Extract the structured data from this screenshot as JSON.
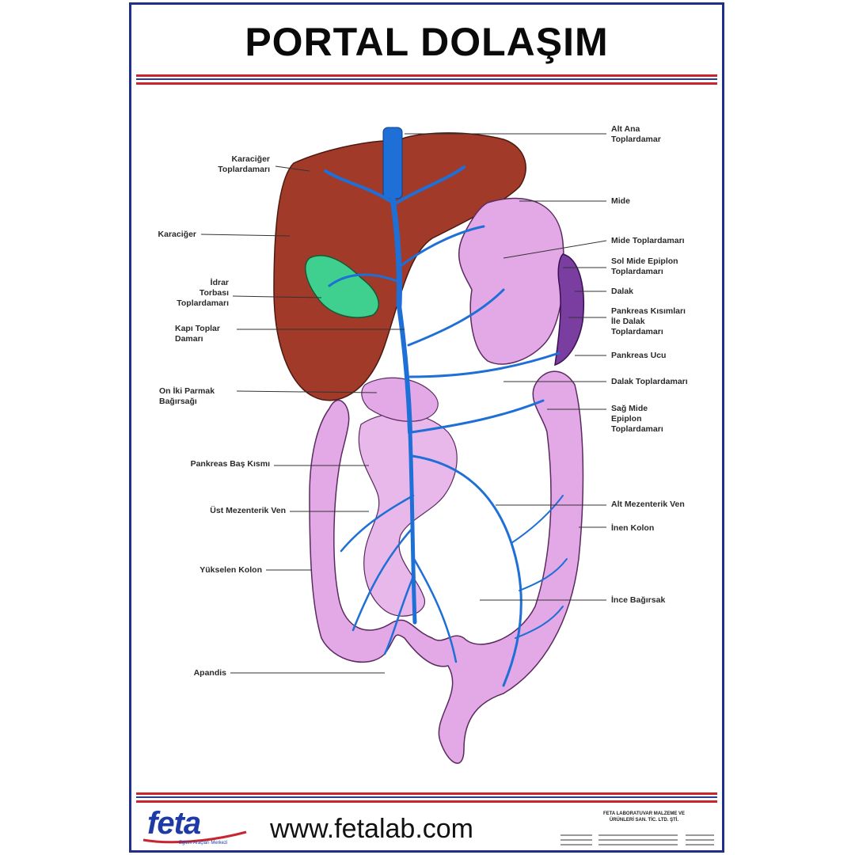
{
  "title": "PORTAL DOLAŞIM",
  "labels_left": [
    {
      "id": "karaciger-toplardamari",
      "text": "Karaciğer\nToplardamarı"
    },
    {
      "id": "karaciger",
      "text": "Karaciğer"
    },
    {
      "id": "idrar-torbasi",
      "text": "İdrar\nTorbası\nToplardamarı"
    },
    {
      "id": "kapi-toplar",
      "text": "Kapı Toplar\nDamarı"
    },
    {
      "id": "on-iki-parmak",
      "text": "On İki Parmak\nBağırsağı"
    },
    {
      "id": "pankreas-bas",
      "text": "Pankreas Baş Kısmı"
    },
    {
      "id": "ust-mezenterik",
      "text": "Üst Mezenterik Ven"
    },
    {
      "id": "yukselen-kolon",
      "text": "Yükselen Kolon"
    },
    {
      "id": "apandis",
      "text": "Apandis"
    }
  ],
  "labels_right": [
    {
      "id": "alt-ana",
      "text": "Alt Ana\nToplardamar"
    },
    {
      "id": "mide",
      "text": "Mide"
    },
    {
      "id": "mide-toplardamari",
      "text": "Mide Toplardamarı"
    },
    {
      "id": "sol-mide-epiplon",
      "text": "Sol Mide Epiplon\nToplardamarı"
    },
    {
      "id": "dalak",
      "text": "Dalak"
    },
    {
      "id": "pankreas-kisimlari",
      "text": "Pankreas Kısımları\nİle Dalak\nToplardamarı"
    },
    {
      "id": "pankreas-ucu",
      "text": "Pankreas Ucu"
    },
    {
      "id": "dalak-toplardamari",
      "text": "Dalak Toplardamarı"
    },
    {
      "id": "sag-mide-epiplon",
      "text": "Sağ Mide\nEpiplon\nToplardamarı"
    },
    {
      "id": "alt-mezenterik",
      "text": "Alt Mezenterik Ven"
    },
    {
      "id": "inen-kolon",
      "text": "İnen Kolon"
    },
    {
      "id": "ince-bagirsak",
      "text": "İnce Bağırsak"
    }
  ],
  "footer": {
    "logo": "feta",
    "logo_sub": "Eğitim Araçları Merkezi",
    "url": "www.fetalab.com",
    "company": "FETA LABORATUVAR MALZEME VE\nÜRÜNLERİ SAN. TİC. LTD. ŞTİ."
  },
  "colors": {
    "border": "#1f2f8a",
    "rule_red": "#c8252f",
    "rule_blue": "#2b3c96",
    "liver": "#a23a2a",
    "gallbladder": "#3fcf8f",
    "veins": "#1e6fd6",
    "intestine": "#e3a9e6",
    "spleen": "#7a3da0",
    "logo": "#1d3aa6"
  },
  "icons": [
    "anatomy-illustration",
    "feta-logo"
  ]
}
